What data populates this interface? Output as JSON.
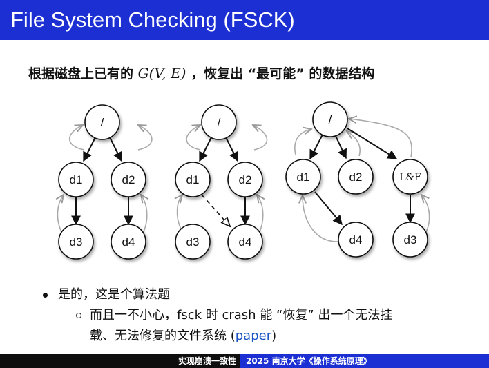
{
  "slide": {
    "title": "File System Checking (FSCK)",
    "subtitle_pre": "根据磁盘上已有的",
    "subtitle_math": "G(V, E)",
    "subtitle_post": "，恢复出 “最可能” 的数据结构"
  },
  "diagram": {
    "graph1": {
      "root": "/",
      "nodes": [
        "d1",
        "d2",
        "d3",
        "d4"
      ]
    },
    "graph2": {
      "root": "/",
      "nodes": [
        "d1",
        "d2",
        "d3",
        "d4"
      ]
    },
    "graph3": {
      "root": "/",
      "nodes": [
        "d1",
        "d2",
        "L&F",
        "d4",
        "d3"
      ]
    }
  },
  "bullets": {
    "item1": "是的，这是个算法题",
    "sub1_line1": "而且一不小心，fsck 时 crash 能 “恢复” 出一个无法挂",
    "sub1_line2_pre": "载、无法修复的文件系统 (",
    "sub1_link": "paper",
    "sub1_line2_post": ")"
  },
  "footer": {
    "left": "实现崩溃一致性",
    "right": "2025 南京大学《操作系统原理》"
  },
  "colors": {
    "title_bg": "#1b2fd3",
    "footer_left_bg": "#0e0e0e",
    "link": "#1b55c4"
  }
}
